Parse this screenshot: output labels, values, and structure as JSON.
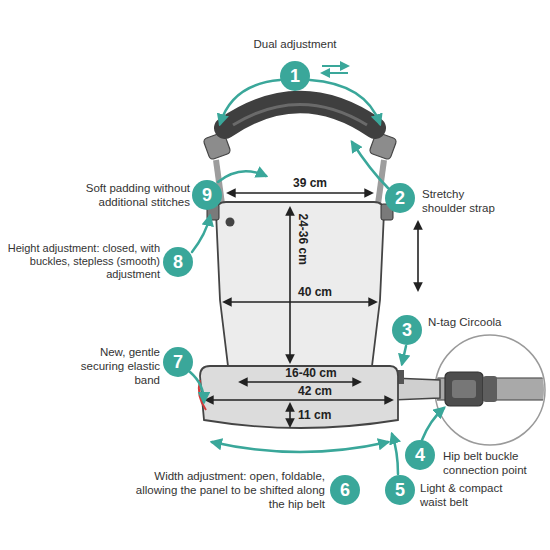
{
  "diagram": {
    "nodes": [
      {
        "text": [
          "1"
        ]
      },
      {
        "text": [
          "9"
        ]
      },
      {
        "text": [
          "2"
        ]
      },
      {
        "text": [
          "8"
        ]
      },
      {
        "text": [
          "3"
        ]
      },
      {
        "text": [
          "7"
        ]
      },
      {
        "text": [
          "4"
        ]
      },
      {
        "text": [
          "6"
        ]
      },
      {
        "text": [
          "5"
        ]
      }
    ],
    "labels": [
      "Dual adjustment",
      "Soft padding without additional stitches",
      "Stretchy shoulder strap",
      "Height adjustment: closed, with buckles, stepless (smooth) adjustment",
      "N-tag Circoola",
      "New, gentle securing elastic band",
      "Hip belt buckle connection point",
      "Width adjustment: open, foldable, allowing the panel to be shifted along the hip belt",
      "Light & compact waist belt",
      "39 cm",
      "24-36 cm",
      "40 cm",
      "16-40 cm",
      "42 cm",
      "11 cm"
    ]
  }
}
